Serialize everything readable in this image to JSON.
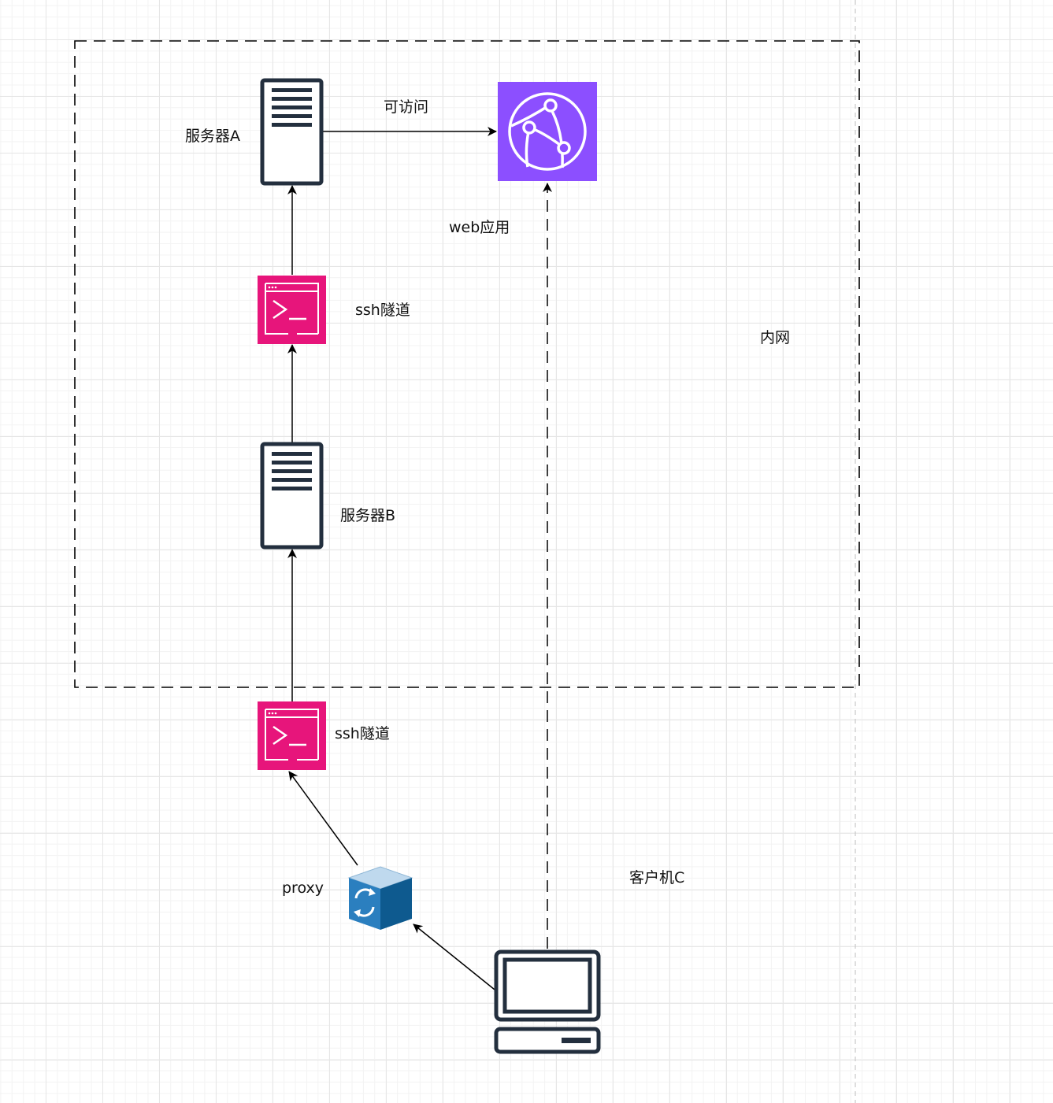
{
  "diagram": {
    "labels": {
      "server_a": "服务器A",
      "server_b": "服务器B",
      "accessible": "可访问",
      "web_app": "web应用",
      "ssh_tunnel_top": "ssh隧道",
      "ssh_tunnel_bottom": "ssh隧道",
      "intranet": "内网",
      "proxy": "proxy",
      "client_c": "客户机C"
    },
    "icons": {
      "server_a": "server-icon",
      "server_b": "server-icon",
      "web_app": "cloudfront-globe-icon",
      "ssh_tunnel_top": "terminal-icon",
      "ssh_tunnel_bottom": "terminal-icon",
      "proxy": "sync-cube-icon",
      "client_c": "desktop-computer-icon"
    },
    "colors": {
      "server_stroke": "#232f3e",
      "terminal_bg": "#e7157b",
      "web_app_bg": "#8c4fff",
      "proxy_front": "#1f6fa6",
      "proxy_top": "#bfd9ee",
      "proxy_side": "#0e5a8f",
      "edge": "#000000"
    }
  }
}
